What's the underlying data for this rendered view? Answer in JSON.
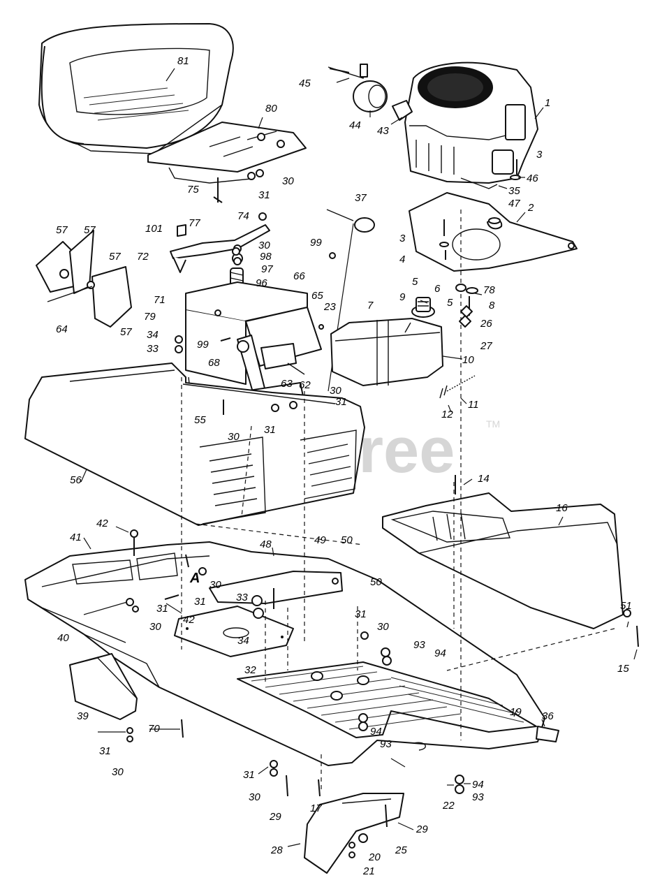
{
  "watermark": {
    "text": "PartsTree",
    "trademark": "TM"
  },
  "marker_label": "A",
  "parts": [
    {
      "id": "seat",
      "label": "81"
    },
    {
      "id": "seat-pan",
      "label": "80"
    },
    {
      "id": "engine",
      "label": "1"
    },
    {
      "id": "engine-mount",
      "label": "2"
    },
    {
      "id": "fuel-tank",
      "label": "10"
    },
    {
      "id": "hood",
      "label": "56"
    },
    {
      "id": "rear-cover",
      "label": "16"
    },
    {
      "id": "frame",
      "label": "19"
    },
    {
      "id": "floor-mat",
      "label": "22"
    },
    {
      "id": "step-plate",
      "label": "32"
    },
    {
      "id": "side-shield",
      "label": "39"
    },
    {
      "id": "rear-shield",
      "label": "28"
    }
  ],
  "callouts": [
    {
      "label": "81"
    },
    {
      "label": "80"
    },
    {
      "label": "75"
    },
    {
      "label": "31"
    },
    {
      "label": "30"
    },
    {
      "label": "74"
    },
    {
      "label": "45"
    },
    {
      "label": "44"
    },
    {
      "label": "43"
    },
    {
      "label": "1"
    },
    {
      "label": "3"
    },
    {
      "label": "46"
    },
    {
      "label": "35"
    },
    {
      "label": "47"
    },
    {
      "label": "2"
    },
    {
      "label": "37"
    },
    {
      "label": "57"
    },
    {
      "label": "57"
    },
    {
      "label": "57"
    },
    {
      "label": "57"
    },
    {
      "label": "64"
    },
    {
      "label": "101"
    },
    {
      "label": "77"
    },
    {
      "label": "72"
    },
    {
      "label": "30"
    },
    {
      "label": "98"
    },
    {
      "label": "97"
    },
    {
      "label": "96"
    },
    {
      "label": "99"
    },
    {
      "label": "66"
    },
    {
      "label": "65"
    },
    {
      "label": "3"
    },
    {
      "label": "4"
    },
    {
      "label": "5"
    },
    {
      "label": "6"
    },
    {
      "label": "5"
    },
    {
      "label": "78"
    },
    {
      "label": "8"
    },
    {
      "label": "26"
    },
    {
      "label": "27"
    },
    {
      "label": "71"
    },
    {
      "label": "79"
    },
    {
      "label": "99"
    },
    {
      "label": "34"
    },
    {
      "label": "33"
    },
    {
      "label": "68"
    },
    {
      "label": "23"
    },
    {
      "label": "7"
    },
    {
      "label": "9"
    },
    {
      "label": "10"
    },
    {
      "label": "63"
    },
    {
      "label": "62"
    },
    {
      "label": "30"
    },
    {
      "label": "31"
    },
    {
      "label": "55"
    },
    {
      "label": "30"
    },
    {
      "label": "31"
    },
    {
      "label": "11"
    },
    {
      "label": "12"
    },
    {
      "label": "56"
    },
    {
      "label": "14"
    },
    {
      "label": "16"
    },
    {
      "label": "42"
    },
    {
      "label": "41"
    },
    {
      "label": "48"
    },
    {
      "label": "49"
    },
    {
      "label": "50"
    },
    {
      "label": "30"
    },
    {
      "label": "31"
    },
    {
      "label": "50"
    },
    {
      "label": "31"
    },
    {
      "label": "42"
    },
    {
      "label": "40"
    },
    {
      "label": "30"
    },
    {
      "label": "33"
    },
    {
      "label": "34"
    },
    {
      "label": "31"
    },
    {
      "label": "30"
    },
    {
      "label": "93"
    },
    {
      "label": "94"
    },
    {
      "label": "51"
    },
    {
      "label": "15"
    },
    {
      "label": "32"
    },
    {
      "label": "19"
    },
    {
      "label": "36"
    },
    {
      "label": "39"
    },
    {
      "label": "70"
    },
    {
      "label": "31"
    },
    {
      "label": "30"
    },
    {
      "label": "94"
    },
    {
      "label": "93"
    },
    {
      "label": "31"
    },
    {
      "label": "30"
    },
    {
      "label": "29"
    },
    {
      "label": "17"
    },
    {
      "label": "22"
    },
    {
      "label": "94"
    },
    {
      "label": "93"
    },
    {
      "label": "29"
    },
    {
      "label": "28"
    },
    {
      "label": "25"
    },
    {
      "label": "20"
    },
    {
      "label": "21"
    }
  ]
}
